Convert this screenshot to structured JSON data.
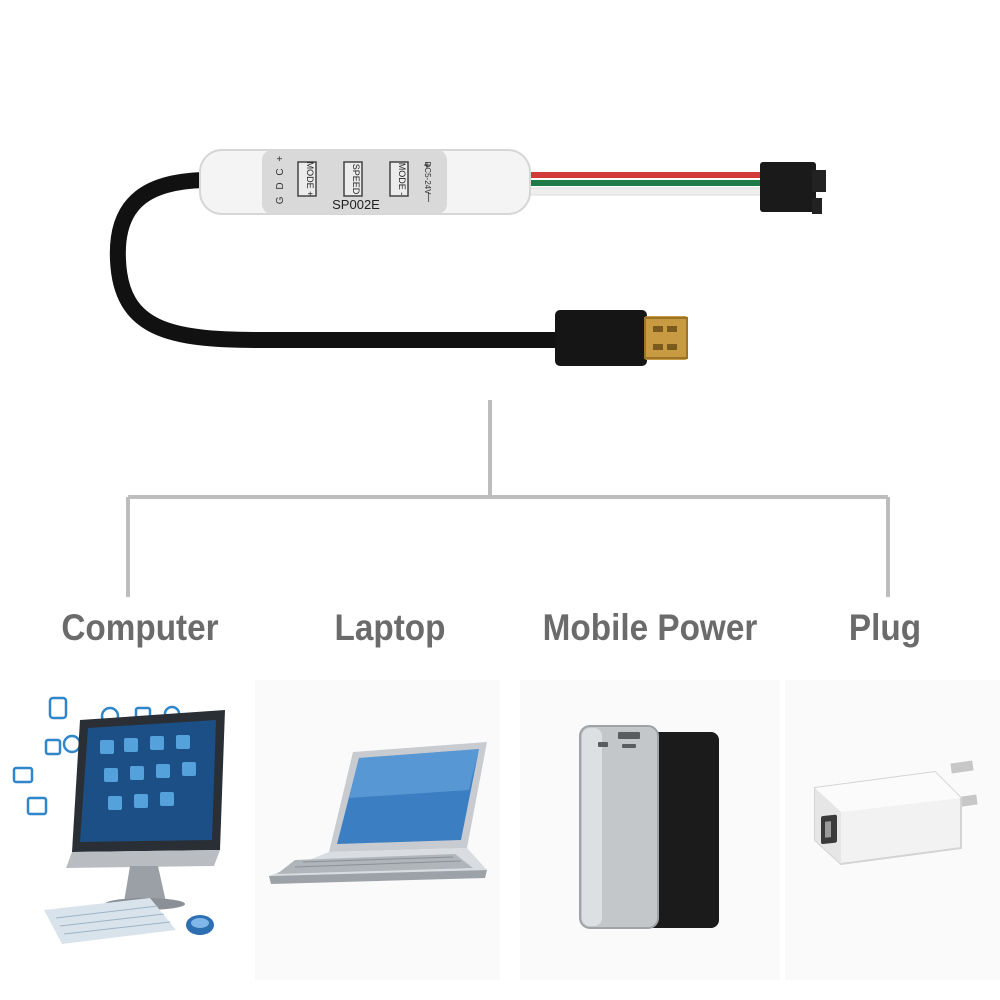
{
  "product": {
    "model": "SP002E",
    "buttons": [
      {
        "label": "MODE +"
      },
      {
        "label": "SPEED"
      },
      {
        "label": "MODE -"
      }
    ],
    "pin_marks": "G D C +",
    "voltage": "DC5-24V",
    "polarity_plus": "+",
    "polarity_minus": "—"
  },
  "devices": [
    {
      "label": "Computer",
      "icon": "computer-icon"
    },
    {
      "label": "Laptop",
      "icon": "laptop-icon"
    },
    {
      "label": "Mobile Power",
      "icon": "power-bank-icon"
    },
    {
      "label": "Plug",
      "icon": "usb-plug-icon"
    }
  ],
  "colors": {
    "label_text": "#6b6b6b",
    "connector_lines": "#bdbdbd",
    "cable": "#111111",
    "wire_red": "#d23a3a",
    "wire_green": "#1f7a4a",
    "wire_white": "#f2f2f2"
  }
}
